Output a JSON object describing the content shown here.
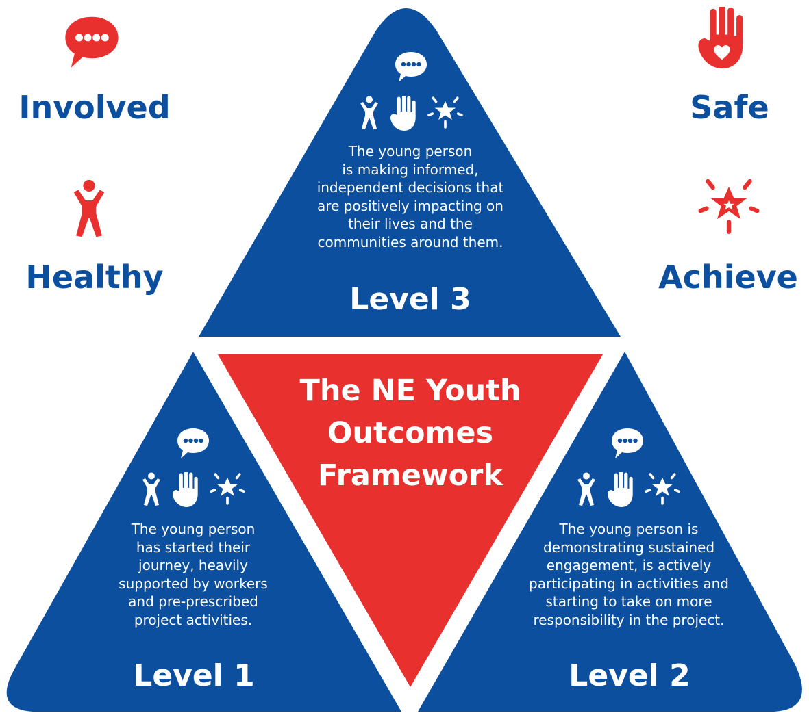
{
  "colors": {
    "blue": "#0b4f9e",
    "red": "#e8302e",
    "white": "#ffffff"
  },
  "outcomes": [
    {
      "label": "Involved",
      "icon": "speech-bubble-icon"
    },
    {
      "label": "Safe",
      "icon": "hand-heart-icon"
    },
    {
      "label": "Healthy",
      "icon": "person-arms-up-icon"
    },
    {
      "label": "Achieve",
      "icon": "star-burst-icon"
    }
  ],
  "center": {
    "lines": [
      "The NE Youth",
      "Outcomes",
      "Framework"
    ]
  },
  "levels": [
    {
      "label": "Level 3",
      "lines": [
        "The young person",
        "is making informed,",
        "independent decisions that",
        "are positively impacting on",
        "their lives and the",
        "communities around them."
      ]
    },
    {
      "label": "Level 1",
      "lines": [
        "The young person",
        "has started their",
        "journey, heavily",
        "supported by workers",
        "and pre-prescribed",
        "project activities."
      ]
    },
    {
      "label": "Level 2",
      "lines": [
        "The young person is",
        "demonstrating sustained",
        "engagement, is actively",
        "participating in activities and",
        "starting to take on more",
        "responsibility in the project."
      ]
    }
  ]
}
